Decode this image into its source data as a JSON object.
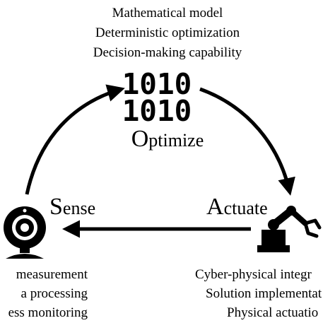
{
  "optimize": {
    "features": [
      "Mathematical model",
      "Deterministic optimization",
      "Decision-making capability"
    ],
    "binary_lines": [
      "1010",
      "1010"
    ],
    "label_initial": "O",
    "label_rest": "ptimize",
    "icon": "binary-code-icon"
  },
  "sense": {
    "label_initial": "S",
    "label_rest": "ense",
    "features": [
      "measurement",
      "a processing",
      "ess monitoring"
    ],
    "icon": "webcam-sensor-icon"
  },
  "actuate": {
    "label_initial": "A",
    "label_rest": "ctuate",
    "features": [
      "Cyber-physical integr",
      "Solution implementat",
      "Physical actuatio"
    ],
    "icon": "robot-arm-icon"
  },
  "colors": {
    "ink": "#000000",
    "background": "#ffffff"
  }
}
